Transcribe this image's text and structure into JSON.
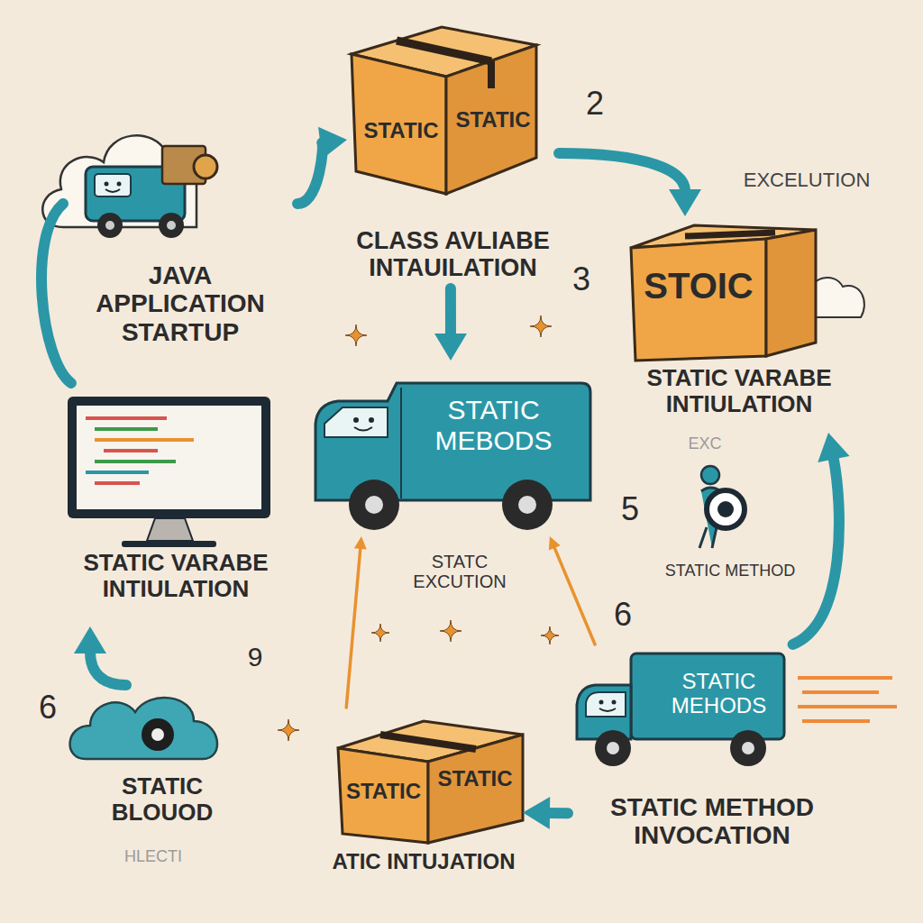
{
  "diagram": {
    "nodes": [
      {
        "text": [
          "JAVA APPLICATION STARTUP"
        ]
      },
      {
        "text": [
          "STATIC",
          "STATIC",
          "CLASS AVLIABE INTAUILATION"
        ]
      },
      {
        "text": [
          "STOIC",
          "STATIC VARABE INTIULATION"
        ]
      },
      {
        "text": [
          "STATIC VARABE INTIULATION"
        ]
      },
      {
        "text": [
          "STATIC MEBODS"
        ]
      },
      {
        "text": [
          "STATIC METHOD"
        ]
      },
      {
        "text": [
          "STATIC MEHODS",
          "STATIC METHOD INVOCATION"
        ]
      },
      {
        "text": [
          "STATIC",
          "STATIC",
          "ATIC INTUJATION"
        ]
      },
      {
        "text": [
          "STATIC BLOUOD"
        ]
      }
    ],
    "edges": [
      {
        "from": 0,
        "to": 1,
        "arrow": "to"
      },
      {
        "from": 1,
        "to": 2,
        "arrow": "to"
      },
      {
        "from": 1,
        "to": 4,
        "arrow": "to"
      },
      {
        "from": 6,
        "to": 2,
        "arrow": "to"
      },
      {
        "from": 6,
        "to": 7,
        "arrow": "to"
      },
      {
        "from": 8,
        "to": 3,
        "arrow": "to"
      },
      {
        "from": 3,
        "to": 0,
        "arrow": "none"
      },
      {
        "from": 7,
        "to": 4,
        "arrow": "to"
      },
      {
        "from": 6,
        "to": 4,
        "arrow": "to"
      }
    ],
    "labels": [
      "2",
      "EXCELUTION",
      "3",
      "EXC",
      "5",
      "STATC EXCUTION",
      "6",
      "9",
      "6",
      "HLECTI"
    ]
  }
}
